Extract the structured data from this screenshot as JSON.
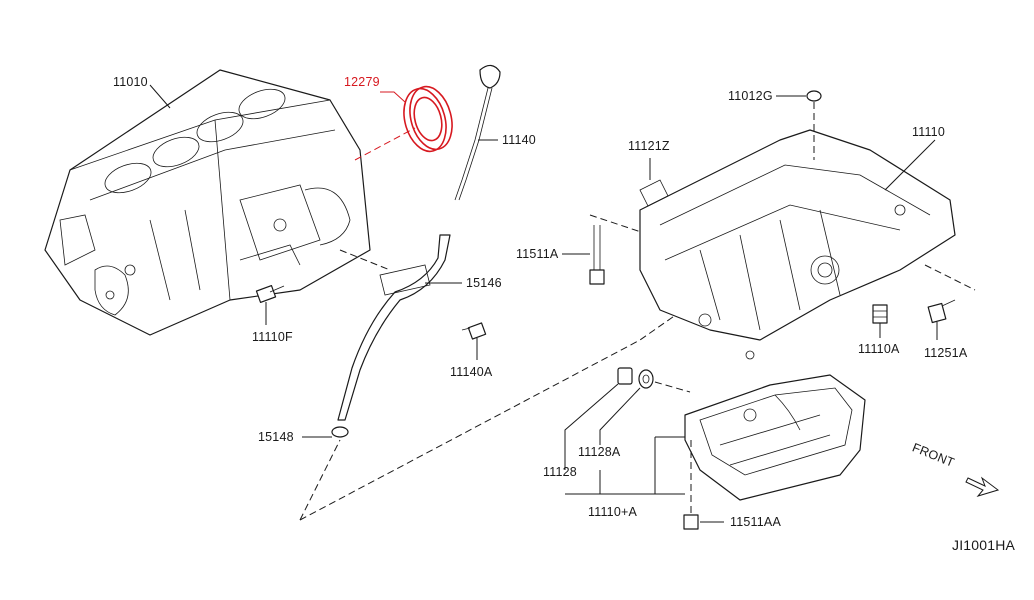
{
  "labels": {
    "p11010": "11010",
    "p12279": "12279",
    "p11140": "11140",
    "p11012g": "11012G",
    "p11110": "11110",
    "p11121z": "11121Z",
    "p11511a": "11511A",
    "p15146": "15146",
    "p11110f": "11110F",
    "p11140a": "11140A",
    "p11110a": "11110A",
    "p11251a": "11251A",
    "p15148": "15148",
    "p11128": "11128",
    "p11128a": "11128A",
    "p11110plusa": "11110+A",
    "p11511aa": "11511AA",
    "front": "FRONT",
    "diagram_id": "JI1001HA"
  },
  "colors": {
    "line": "#1a1a1a",
    "highlight": "#d71920",
    "background": "#ffffff"
  }
}
